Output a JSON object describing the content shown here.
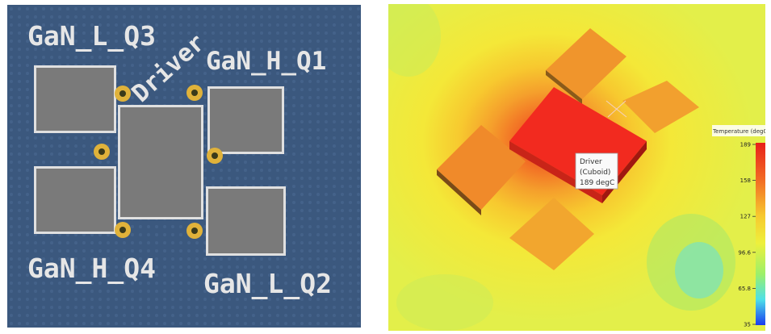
{
  "pcb_view": {
    "labels": {
      "gan_l_q3": "GaN_L_Q3",
      "gan_h_q1": "GaN_H_Q1",
      "driver": "Driver",
      "gan_h_q4": "GaN_H_Q4",
      "gan_l_q2": "GaN_L_Q2"
    },
    "colors": {
      "board": "#3d5a80",
      "silkscreen": "#e6e6e6",
      "component": "#7a7a7a",
      "pad": "#e0b23a"
    }
  },
  "thermal_view": {
    "tooltip": {
      "name": "Driver",
      "type": "(Cuboid)",
      "temp": "189 degC"
    },
    "legend": {
      "title": "Temperature (degC)",
      "ticks": [
        "189",
        "158",
        "127",
        "96.6",
        "65.8",
        "35"
      ],
      "min": 35,
      "max": 189
    },
    "colors": {
      "hot": "#f22a1f",
      "warm": "#f08a2a",
      "ambient": "#e6f04a",
      "cool": "#5ae0e8"
    }
  }
}
